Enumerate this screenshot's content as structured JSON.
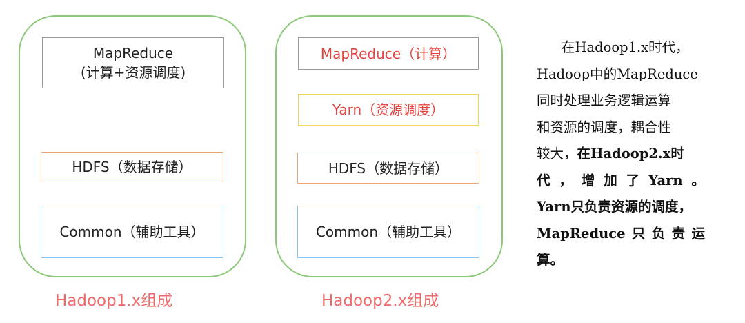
{
  "hadoop1": {
    "mapreduce": {
      "line1": "MapReduce",
      "line2": "(计算+资源调度)"
    },
    "hdfs": "HDFS（数据存储）",
    "common": "Common（辅助工具）",
    "caption": "Hadoop1.x组成"
  },
  "hadoop2": {
    "mapreduce": "MapReduce（计算）",
    "yarn": "Yarn（资源调度）",
    "hdfs": "HDFS（数据存储）",
    "common": "Common（辅助工具）",
    "caption": "Hadoop2.x组成"
  },
  "description": {
    "l1": "在Hadoop1.x时代，",
    "l2": "Hadoop中的MapReduce",
    "l3": "同时处理业务逻辑运算",
    "l4": "和资源的调度，耦合性",
    "l5a": "较大，",
    "l5b": "在Hadoop2.x时",
    "l6": [
      "代",
      "，",
      "增",
      "加",
      "了",
      "Yarn",
      "。"
    ],
    "l7": "Yarn只负责资源的调度，",
    "l8": [
      "MapReduce",
      "只",
      "负",
      "责",
      "运"
    ],
    "l9": "算。"
  },
  "colors": {
    "panel_border": "#8cc97a",
    "highlight_red": "#e4443f",
    "caption": "#ef6b6b"
  }
}
